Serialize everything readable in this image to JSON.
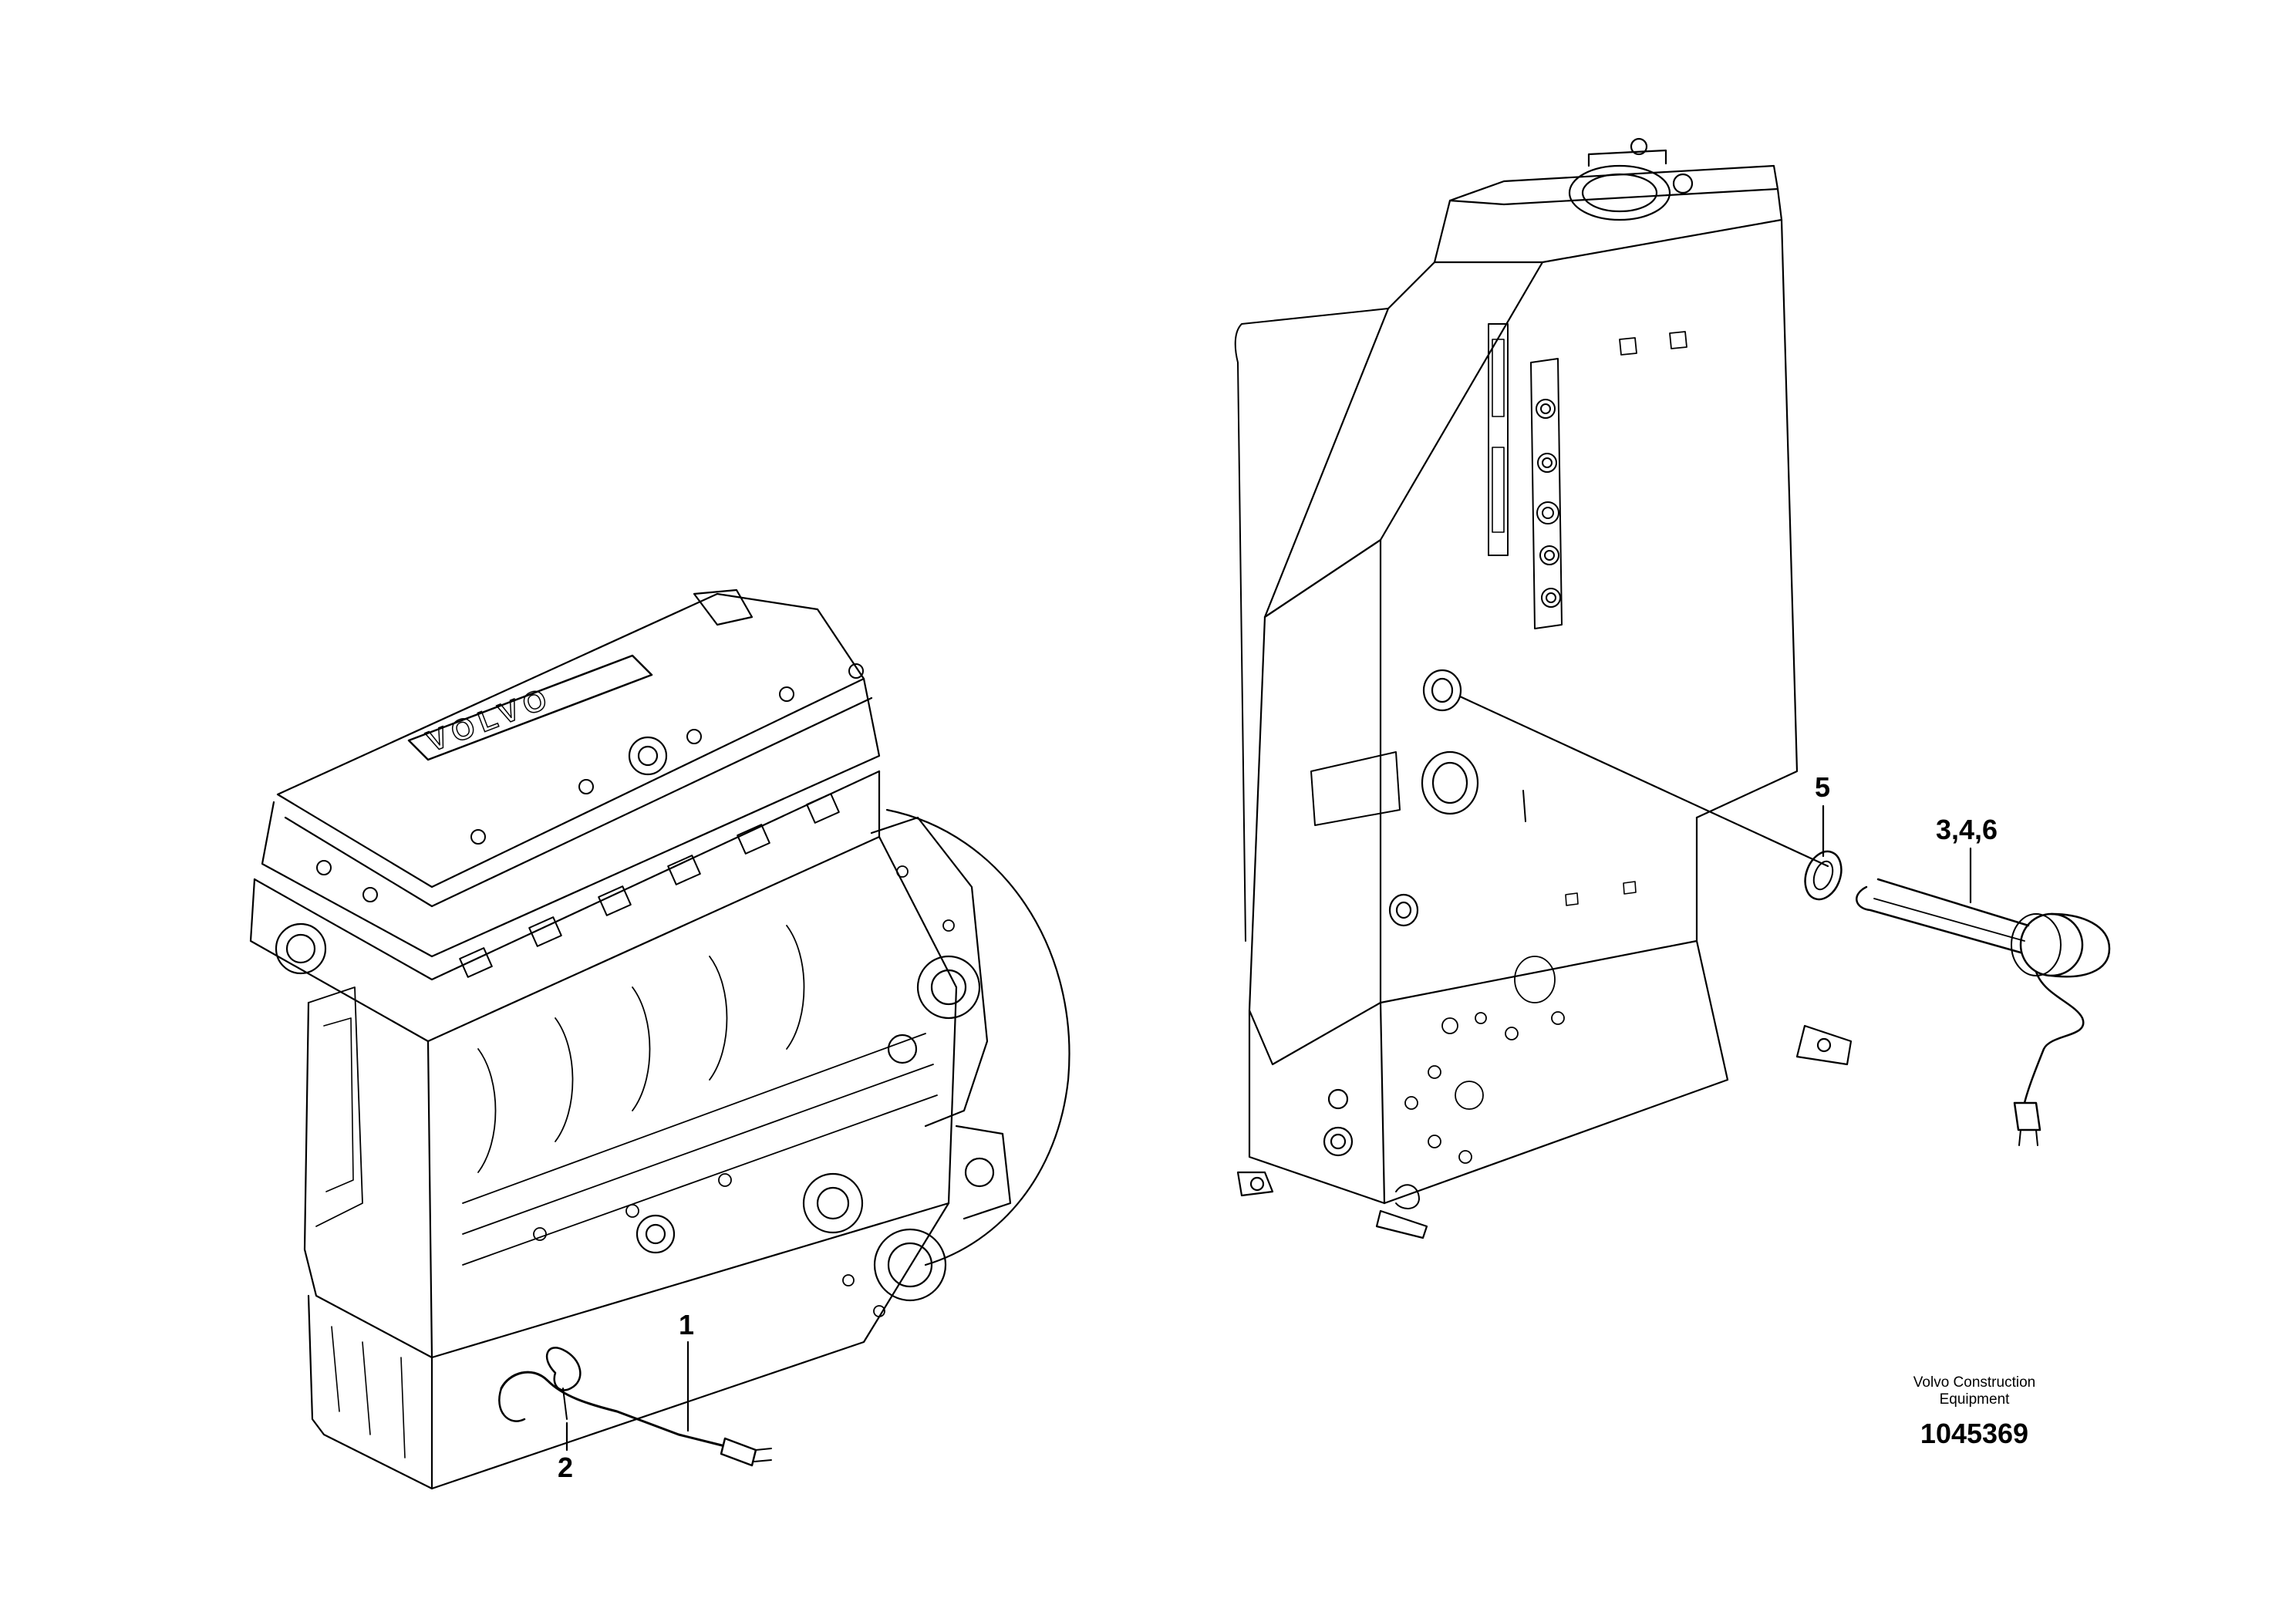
{
  "engine": {
    "logo_text": "VOLVO"
  },
  "callouts": [
    {
      "id": "1",
      "label": "1"
    },
    {
      "id": "2",
      "label": "2"
    },
    {
      "id": "5",
      "label": "5"
    },
    {
      "id": "346",
      "label": "3,4,6"
    }
  ],
  "credit": {
    "line1": "Volvo Construction",
    "line2": "Equipment",
    "ref_number": "1045369"
  },
  "colors": {
    "line": "#000000",
    "background": "#ffffff",
    "shade": "#d9d9d9"
  }
}
